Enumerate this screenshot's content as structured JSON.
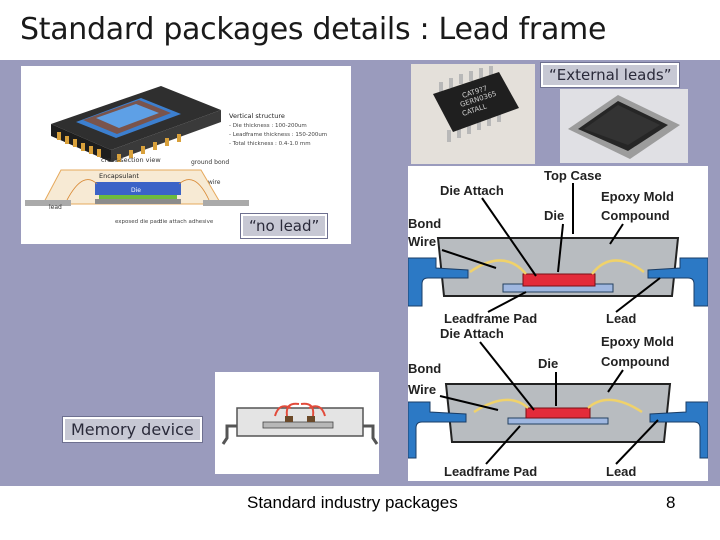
{
  "slide": {
    "title": "Standard packages details : Lead frame",
    "footer": "Standard industry packages",
    "page_number": "8"
  },
  "labels": {
    "external_leads": "“External leads”",
    "no_lead": "“no lead”",
    "memory_device": "Memory device"
  },
  "cross_section": {
    "view_label": "cross-section view",
    "ground_bond": "ground bond",
    "gold_wire": "gold wire",
    "encapsulant": "Encapsulant",
    "die": "Die",
    "lead": "lead",
    "exposed_die_pad": "exposed die pad",
    "die_attach": "die attach adhesive",
    "vertical_structure": "Vertical structure",
    "vs_line1": "- Die thickness : 100-200um",
    "vs_line2": "- Leadframe thickness : 150-200um",
    "vs_line3": "- Total thickness : 0.4-1.0 mm"
  },
  "chip_photo": {
    "line1": "CAT9?7",
    "line2": "GERN0365",
    "line3": "CATALL"
  },
  "diagram_top": {
    "top_case": "Top Case",
    "die_attach": "Die Attach",
    "epoxy_mold": "Epoxy Mold",
    "compound": "Compound",
    "die": "Die",
    "bond": "Bond",
    "wire": "Wire",
    "leadframe_pad": "Leadframe Pad",
    "lead": "Lead"
  },
  "diagram_bottom": {
    "die_attach": "Die Attach",
    "epoxy_mold": "Epoxy Mold",
    "compound": "Compound",
    "die": "Die",
    "bond": "Bond",
    "wire": "Wire",
    "leadframe_pad": "Leadframe Pad",
    "lead": "Lead"
  }
}
